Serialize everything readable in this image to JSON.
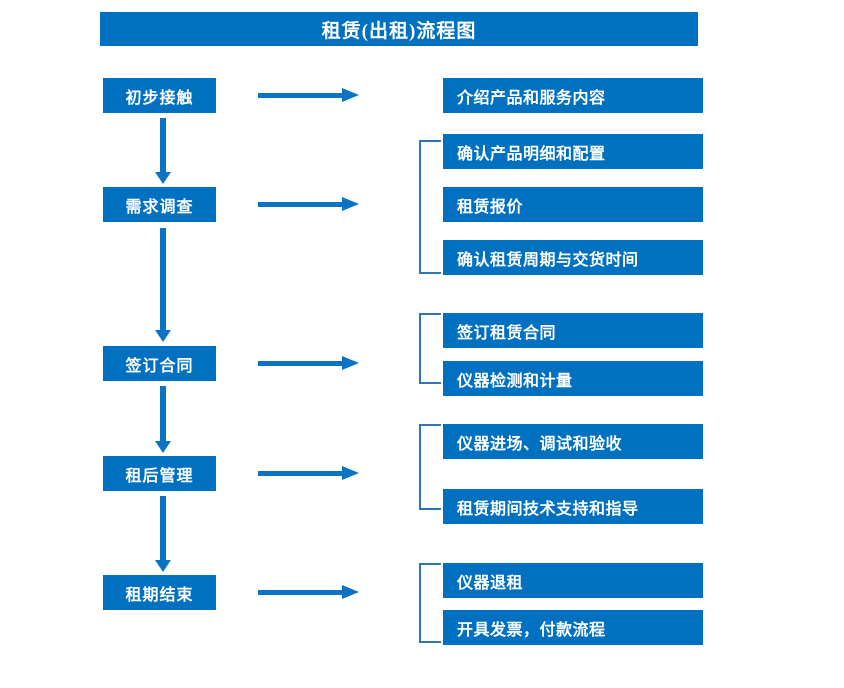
{
  "chart_type": "flowchart",
  "header": {
    "title": "租赁(出租)流程图"
  },
  "colors": {
    "brand_blue": "#0070C0",
    "arrow_blue": "#0B72C4",
    "bracket_blue": "#2E75B6",
    "text_on_blue": "#FFFFFF",
    "background": "#FFFFFF"
  },
  "stages": [
    {
      "label": "初步接触"
    },
    {
      "label": "需求调查"
    },
    {
      "label": "签订合同"
    },
    {
      "label": "租后管理"
    },
    {
      "label": "租期结束"
    }
  ],
  "details": {
    "group1": [
      {
        "label": "介绍产品和服务内容"
      }
    ],
    "group2": [
      {
        "label": "确认产品明细和配置"
      },
      {
        "label": "租赁报价"
      },
      {
        "label": "确认租赁周期与交货时间"
      }
    ],
    "group3": [
      {
        "label": "签订租赁合同"
      },
      {
        "label": "仪器检测和计量"
      }
    ],
    "group4": [
      {
        "label": "仪器进场、调试和验收"
      },
      {
        "label": "租赁期间技术支持和指导"
      }
    ],
    "group5": [
      {
        "label": "仪器退租"
      },
      {
        "label": "开具发票，付款流程"
      }
    ]
  }
}
